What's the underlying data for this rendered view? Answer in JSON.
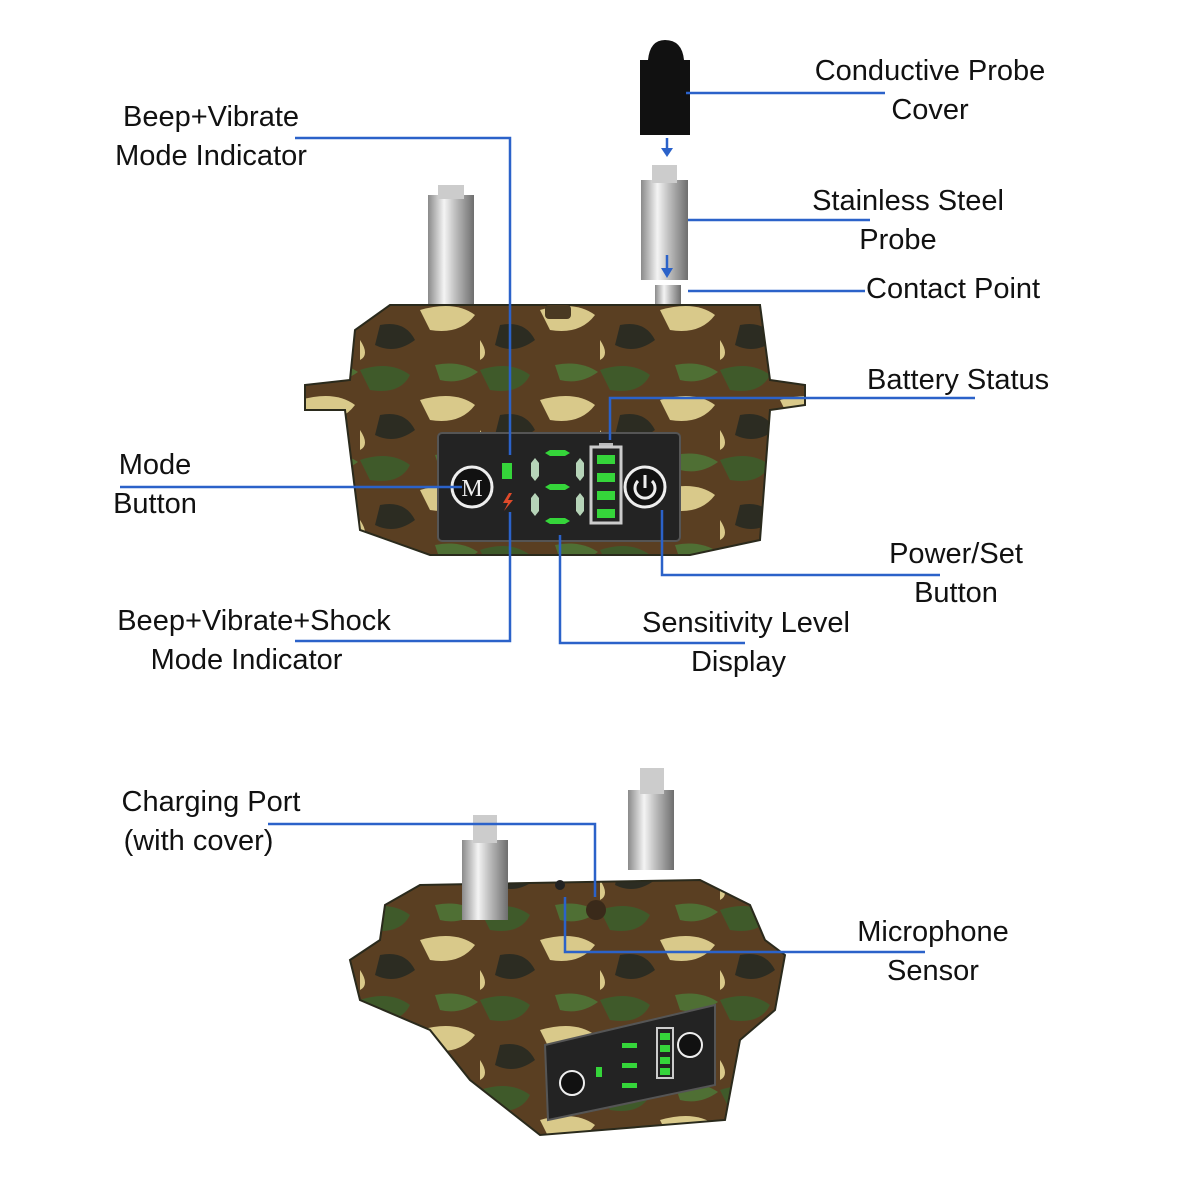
{
  "colors": {
    "leader": "#2b62c9",
    "display_green": "#35d53a",
    "camo_brown": "#5a3f22",
    "camo_green": "#3f5a2a",
    "camo_tan": "#d9c98a"
  },
  "labels": {
    "probe_cover": [
      "Conductive Probe",
      "Cover"
    ],
    "beep_vibrate": [
      "Beep+Vibrate",
      "Mode Indicator"
    ],
    "steel_probe": [
      "Stainless Steel",
      "Probe"
    ],
    "contact_point": "Contact Point",
    "battery_status": "Battery Status",
    "mode_button": [
      "Mode",
      "Button"
    ],
    "power_set": [
      "Power/Set",
      "Button"
    ],
    "beep_vibrate_shock": [
      "Beep+Vibrate+Shock",
      "Mode Indicator"
    ],
    "sensitivity": [
      "Sensitivity Level",
      "Display"
    ],
    "charging_port": [
      "Charging Port",
      "(with cover)"
    ],
    "microphone": [
      "Microphone",
      "Sensor"
    ]
  },
  "device": {
    "mode_button_glyph": "M"
  }
}
